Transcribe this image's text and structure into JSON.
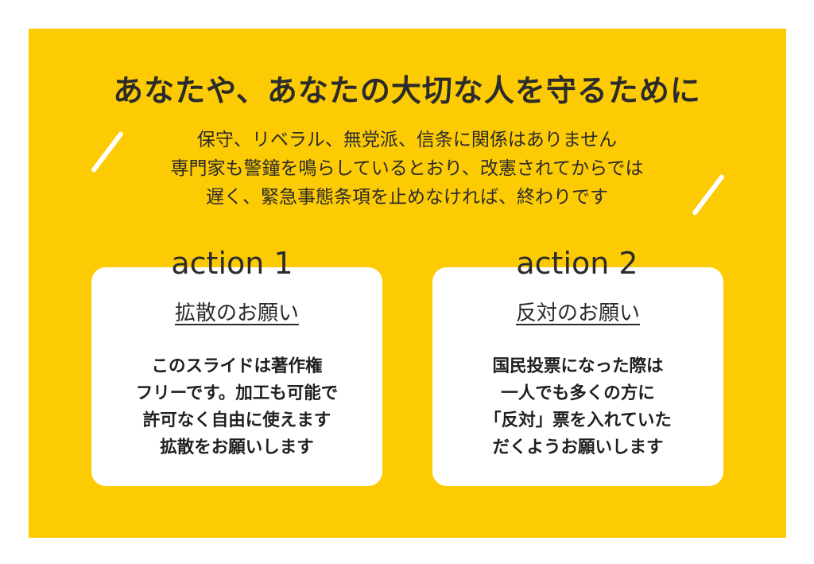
{
  "title": "あなたや、あなたの大切な人を守るために",
  "lead": {
    "lines": [
      "保守、リベラル、無党派、信条に関係はありません",
      "専門家も警鐘を鳴らしているとおり、改憲されてからでは",
      "遅く、緊急事態条項を止めなければ、終わりです"
    ]
  },
  "actions": [
    {
      "label": "action 1",
      "heading": "拡散のお願い",
      "body": [
        "このスライドは著作権",
        "フリーです。加工も可能で",
        "許可なく自由に使えます",
        "拡散をお願いします"
      ]
    },
    {
      "label": "action 2",
      "heading": "反対のお願い",
      "body": [
        "国民投票になった際は",
        "一人でも多くの方に",
        "「反対」票を入れていた",
        "だくようお願いします"
      ]
    }
  ],
  "colors": {
    "background": "#fdcb04",
    "card": "#ffffff",
    "text": "#2b2b2b"
  }
}
